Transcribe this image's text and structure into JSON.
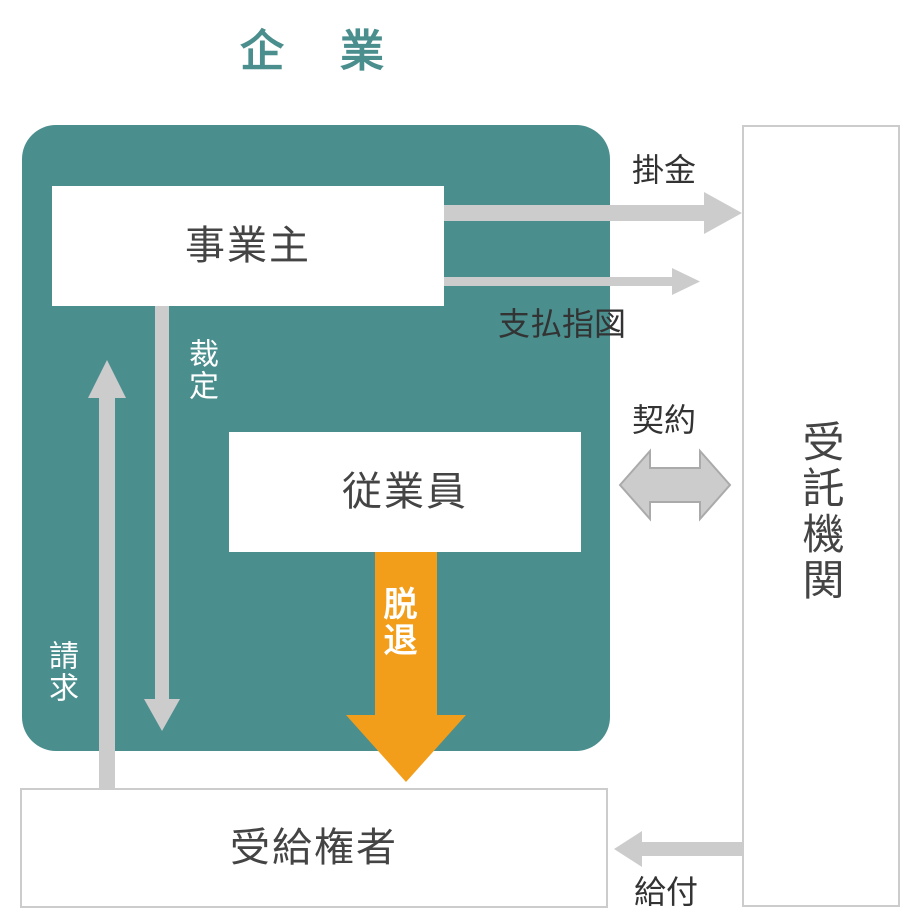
{
  "title": "企　業",
  "nodes": {
    "employer": "事業主",
    "employee": "従業員",
    "beneficiary": "受給権者",
    "trust_institution": "受託機関"
  },
  "edges": {
    "contribution": "掛金",
    "payment_instruction": "支払指図",
    "contract": "契約",
    "ruling": "裁定",
    "claim": "請求",
    "withdrawal": "脱退",
    "benefit": "給付"
  },
  "colors": {
    "panel": "#4a8e8e",
    "arrow_gray": "#cccccc",
    "withdrawal_arrow": "#f29e1b",
    "title": "#4a8e8e"
  }
}
